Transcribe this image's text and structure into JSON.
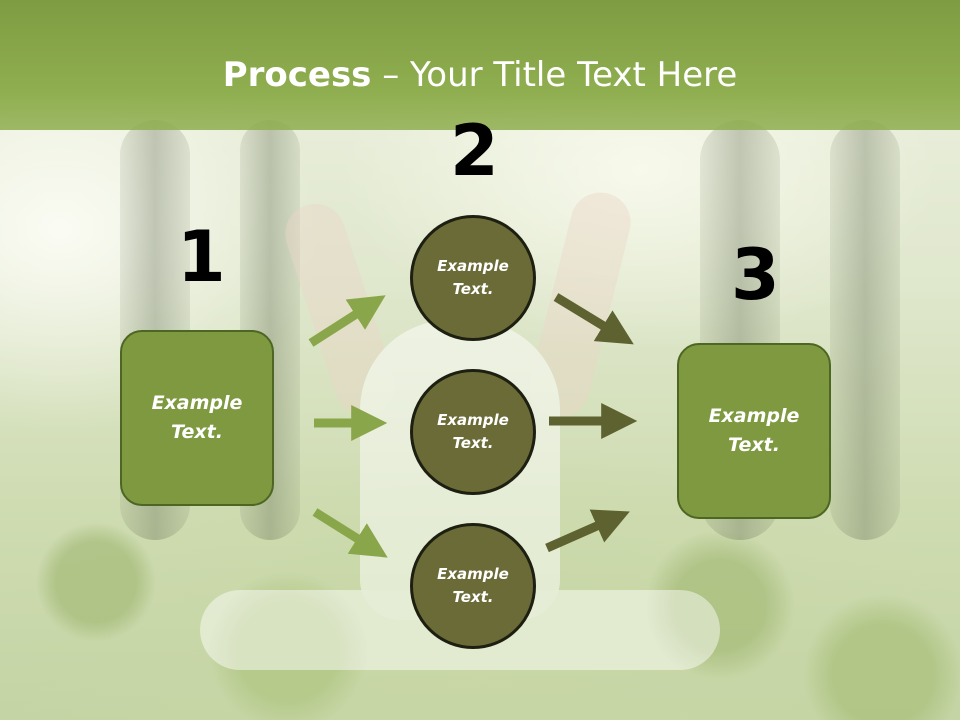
{
  "title": {
    "bold": "Process",
    "rest": " – Your Title Text Here"
  },
  "steps": {
    "num1": "1",
    "num2": "2",
    "num3": "3"
  },
  "box_left": {
    "label": "Example\nText."
  },
  "box_right": {
    "label": "Example\nText."
  },
  "circles": [
    {
      "label": "Example\nText."
    },
    {
      "label": "Example\nText."
    },
    {
      "label": "Example\nText."
    }
  ],
  "colors": {
    "title_bar": "#8fae4f",
    "box_fill": "#7e9940",
    "circle_fill": "#6b6b38",
    "arrow_light": "#8aa64a",
    "arrow_dark": "#5e6230"
  }
}
